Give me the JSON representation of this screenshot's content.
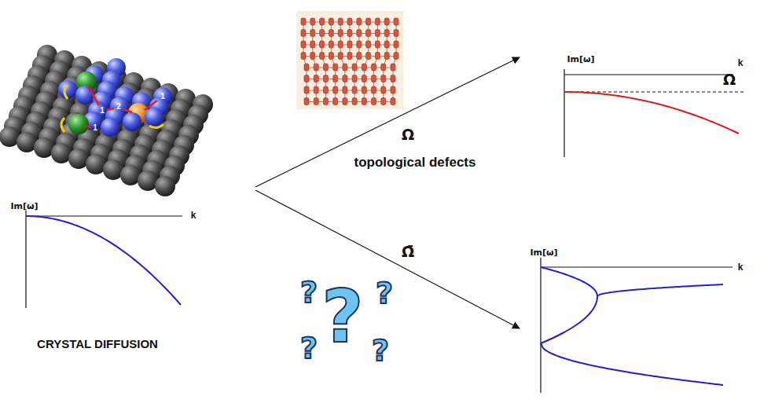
{
  "diagram": {
    "labels": [
      "1",
      "2",
      "1",
      "1",
      "Im[ω]",
      "k",
      "CRYSTAL DIFFUSION",
      "Ω",
      "topological defects",
      "Ω̄",
      "Im[ω]",
      "k",
      "Ω",
      "Im[ω]",
      "k",
      "?",
      "?",
      "?",
      "?",
      "?"
    ]
  }
}
